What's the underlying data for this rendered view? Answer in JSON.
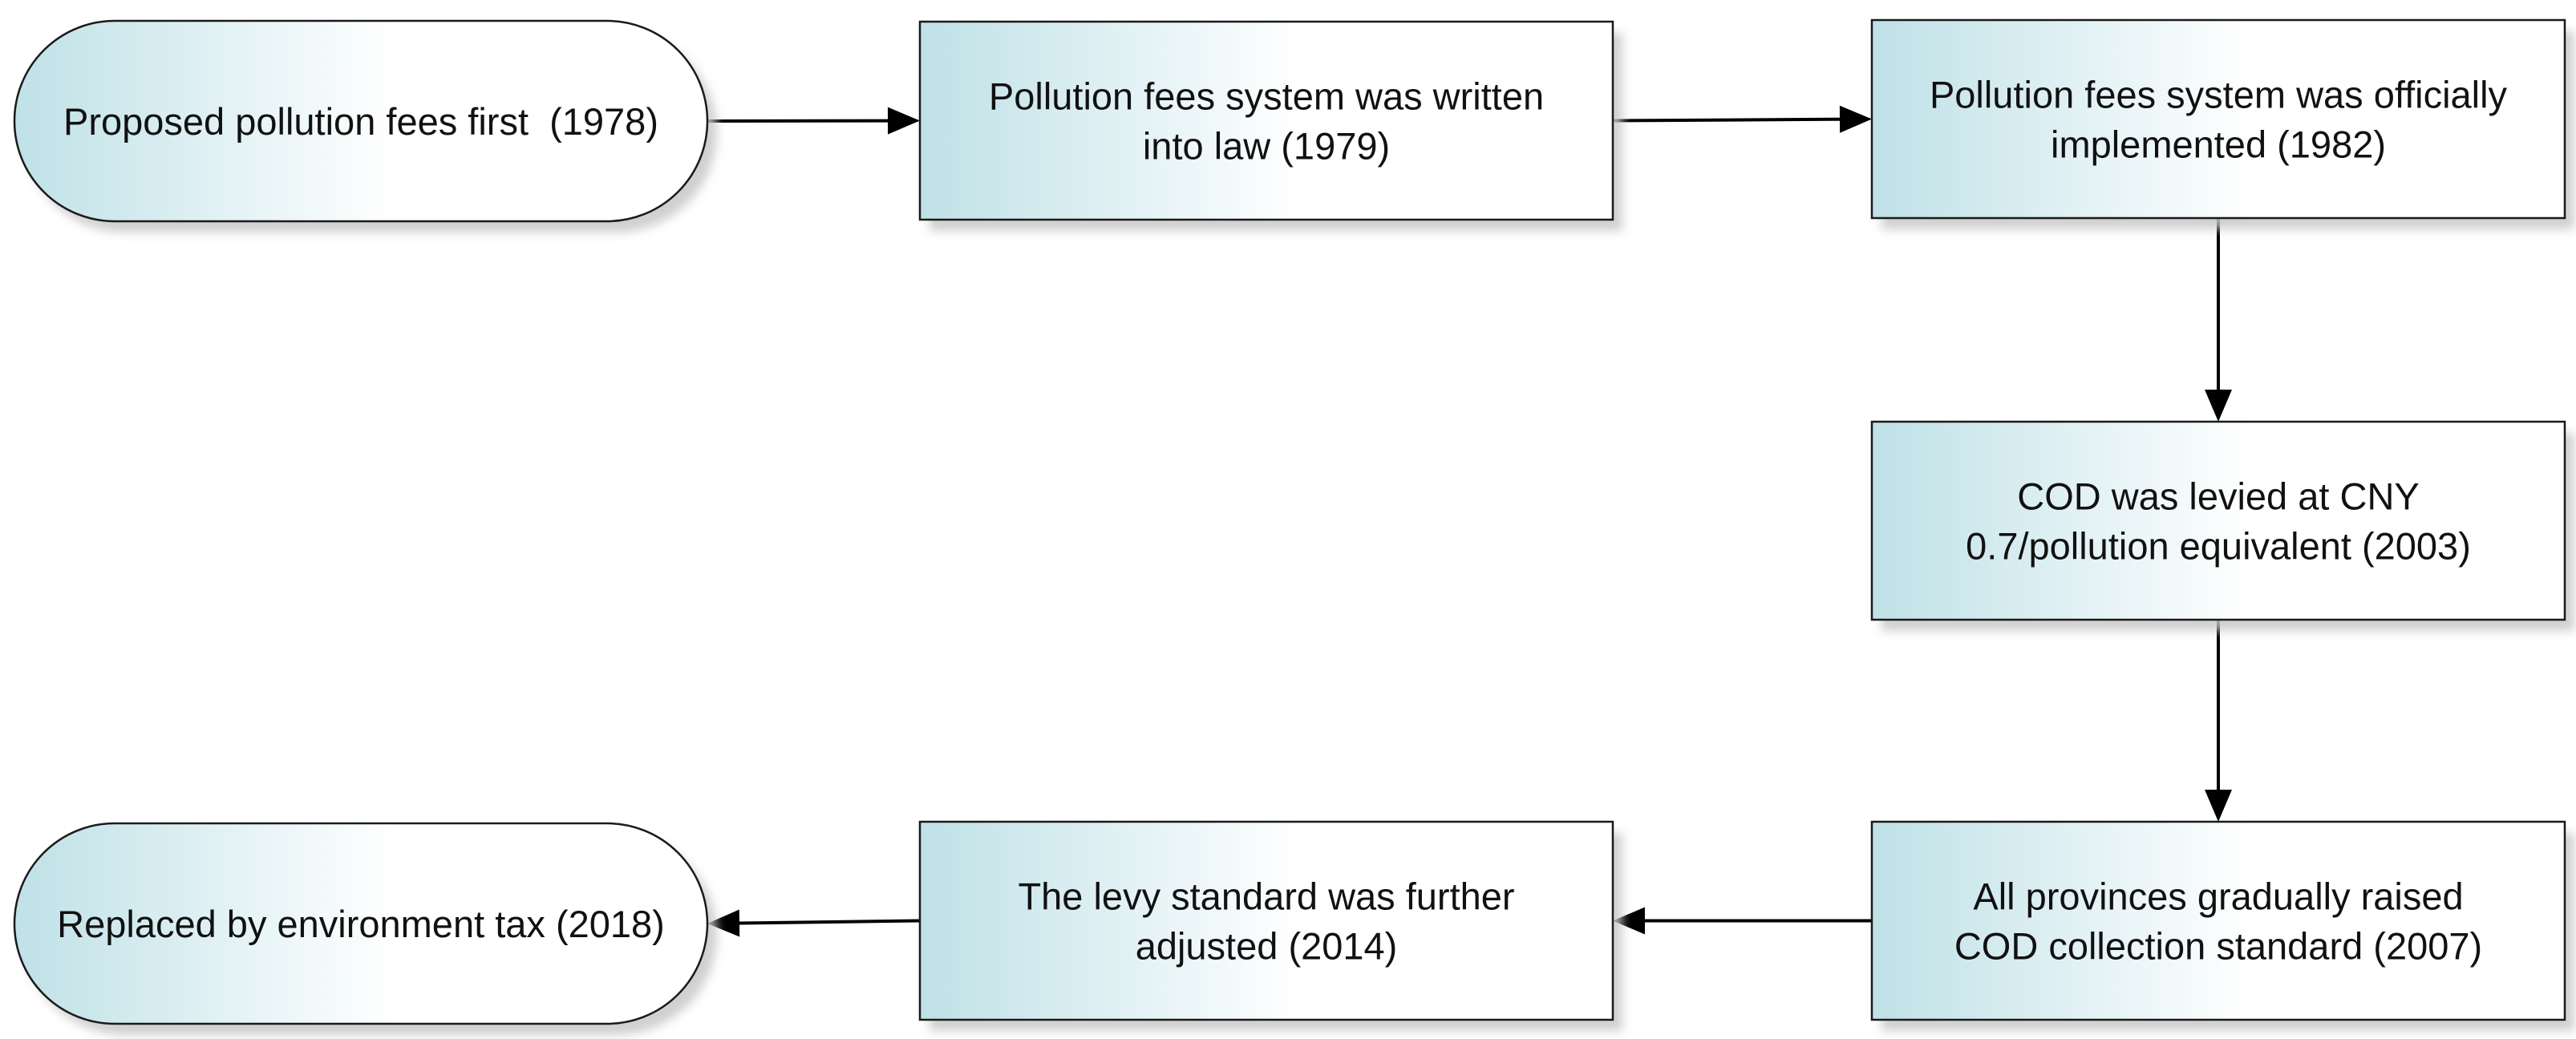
{
  "nodes": [
    {
      "id": "n1978",
      "shape": "terminal",
      "lines": [
        "Proposed pollution fees first  (1978)"
      ]
    },
    {
      "id": "n1979",
      "shape": "process",
      "lines": [
        "Pollution fees system was written",
        "into law (1979)"
      ]
    },
    {
      "id": "n1982",
      "shape": "process",
      "lines": [
        "Pollution fees system was officially",
        "implemented (1982)"
      ]
    },
    {
      "id": "n2003",
      "shape": "process",
      "lines": [
        "COD was levied at CNY",
        "0.7/pollution equivalent (2003)"
      ]
    },
    {
      "id": "n2007",
      "shape": "process",
      "lines": [
        "All provinces gradually raised",
        "COD collection standard (2007)"
      ]
    },
    {
      "id": "n2014",
      "shape": "process",
      "lines": [
        "The levy standard was further",
        "adjusted (2014)"
      ]
    },
    {
      "id": "n2018",
      "shape": "terminal",
      "lines": [
        "Replaced by environment tax (2018)"
      ]
    }
  ],
  "edges": [
    {
      "from": "n1978",
      "to": "n1979"
    },
    {
      "from": "n1979",
      "to": "n1982"
    },
    {
      "from": "n1982",
      "to": "n2003"
    },
    {
      "from": "n2003",
      "to": "n2007"
    },
    {
      "from": "n2007",
      "to": "n2014"
    },
    {
      "from": "n2014",
      "to": "n2018"
    }
  ],
  "colors": {
    "fill_edge": "#bfe1e7",
    "fill_center": "#ffffff",
    "stroke": "#1a1a1a",
    "shadow": "#c8c8c8",
    "arrow": "#000000"
  }
}
